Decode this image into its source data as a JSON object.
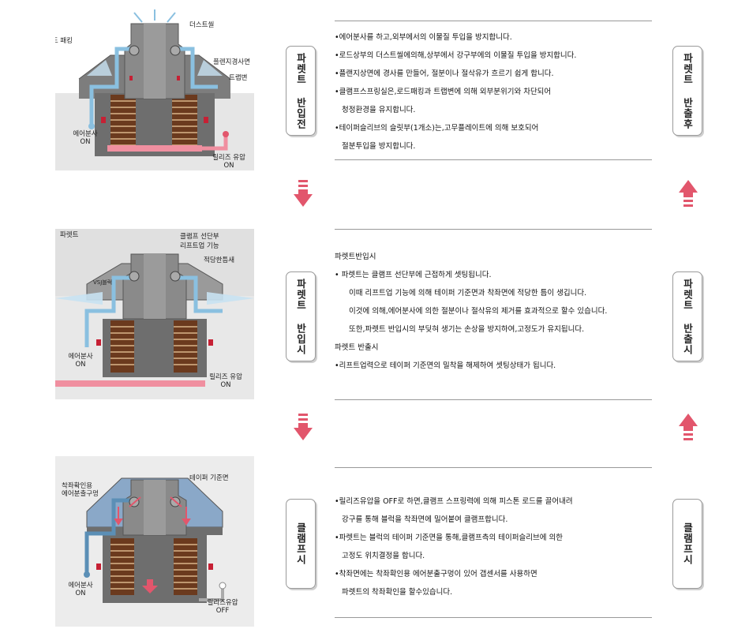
{
  "colors": {
    "pink": "#e2566c",
    "pink_light": "#f08fa0",
    "blue": "#8ac0e0",
    "blue_light": "#c8e2f2",
    "gray_dark": "#555555",
    "gray": "#8a8a8a",
    "brown": "#6b3a1e"
  },
  "sections": [
    {
      "tab_left": "파렛트 반입전",
      "tab_right": "파렛트 반출후",
      "labels": {
        "a": "더스트씰",
        "b": "로드 패킹",
        "c": "플렌지경사면",
        "d": "트랩변",
        "e": "에어분사",
        "e2": "ON",
        "f": "릴리즈 유압",
        "f2": "ON"
      },
      "lines": [
        "•에어분사를 하고,외부에서의 이물질 투입을 방지합니다.",
        "•로드상부의 더스트씰에의해,상부에서 강구부에의 이물질 투입을 방지합니다.",
        "•플랜지상면에 경사를 만들어, 절분이나 절삭유가 흐르기 쉽게 합니다.",
        "•클램프스프링실은,로드패킹과 트랩변에 의해 외부분위기와 차단되어",
        "청정환경을 유지합니다.",
        "•테이퍼슬리브의 슬릿부(1개소)는,고무플레이트에 의해 보호되어",
        "절분투입을 방지합니다."
      ]
    },
    {
      "tab_left": "파렛트 반입시",
      "tab_right": "파렛트 반출시",
      "labels": {
        "a": "파렛트",
        "b": "클램프 선단부",
        "c": "리프트업 기능",
        "d": "적당한틈새",
        "v": "VSJ블럭",
        "e": "에어분사",
        "e2": "ON",
        "f": "릴리즈 유압",
        "f2": "ON"
      },
      "head1": "파렛트반입시",
      "lines1": [
        "•  파렛트는 클램프 선단부에 근접하게 셋팅됩니다.",
        "이때 리프트업 기능에 의해 테이퍼 기준면과 착좌면에 적당한 틈이 생깁니다.",
        "이것에 의해,에어분사에 의한 절분이나 절삭유의 제거를 효과적으로 할수 있습니다.",
        "또한,파렛트 반입시의 부딪혀 생기는 손상을 방지하여,고정도가 유지됩니다."
      ],
      "head2": "파렛트 반출시",
      "lines2": [
        "•리프트업력으로 테이퍼 기준면의 밀착을 해제하여 셋팅상태가 됩니다."
      ]
    },
    {
      "tab_left": "클램프시",
      "tab_right": "클램프시",
      "labels": {
        "a": "착좌확인용",
        "a2": "에어분출구멍",
        "b": "테이퍼 기준면",
        "e": "에어분사",
        "e2": "ON",
        "f": "릴리즈유압",
        "f2": "OFF"
      },
      "lines": [
        "•릴리즈유압을 OFF로 하면,클램프 스프링력에 의해 피스톤 로드를 끌어내려",
        "강구를 통해 블럭을 착좌면에 밀어붙여 클램프합니다.",
        "•파렛트는 블럭의 테이퍼 기준면을 통해,클램프측의 테이퍼슬리브에 의한",
        "고정도 위치결정을 합니다.",
        "•착좌면에는 착좌확인용 에어분출구멍이 있어 갭센서를 사용하면",
        "파렛트의 착좌확인을 할수있습니다."
      ]
    }
  ]
}
